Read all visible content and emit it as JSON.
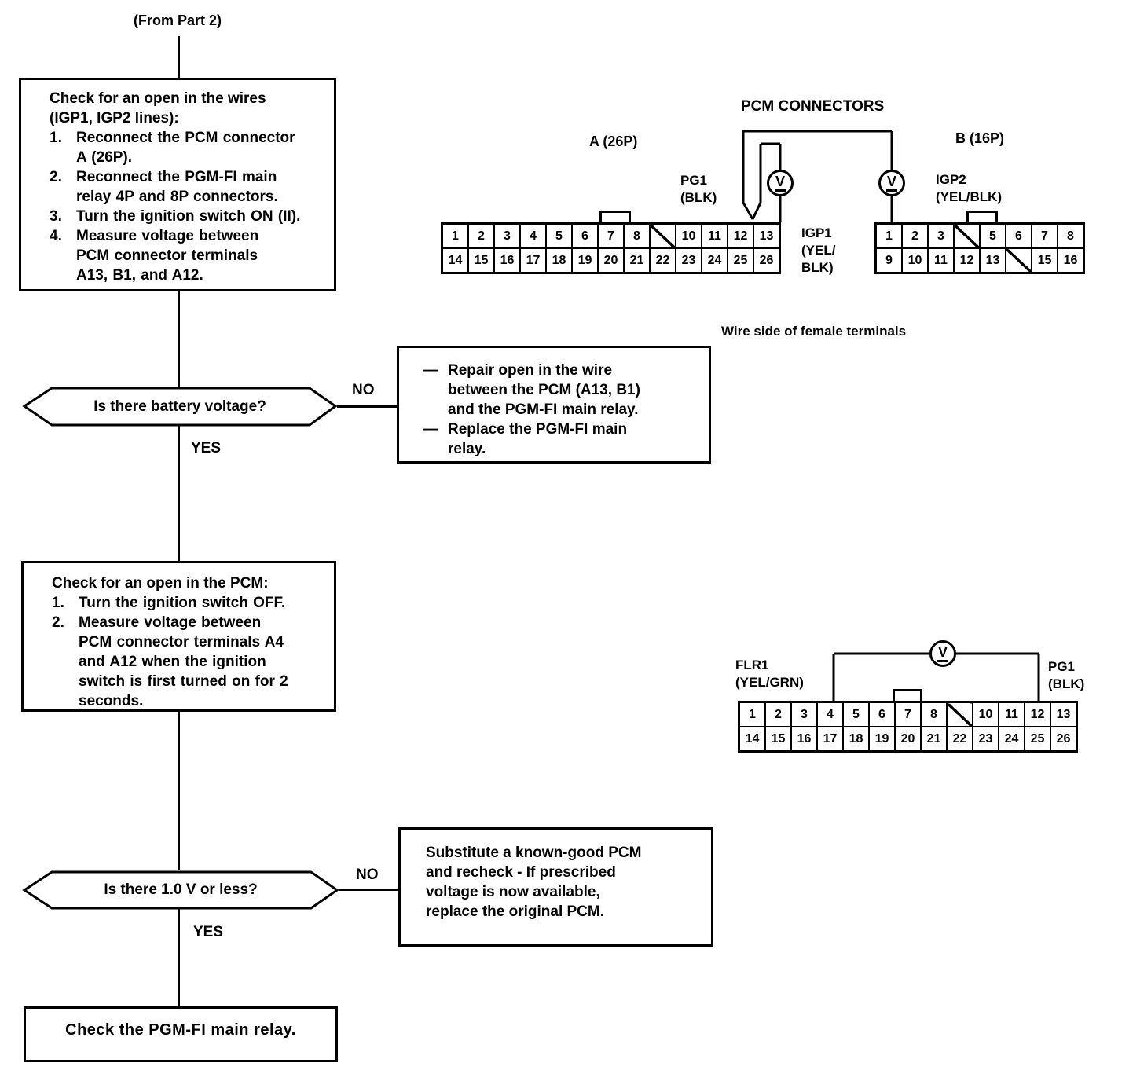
{
  "flow": {
    "from_label": "(From Part 2)",
    "box_check_wires": {
      "title": "Check for an open in the wires\n(IGP1, IGP2 lines):",
      "items": [
        {
          "num": "1.",
          "text": "Reconnect the PCM connector\nA (26P)."
        },
        {
          "num": "2.",
          "text": "Reconnect the PGM-FI main\nrelay 4P and 8P connectors."
        },
        {
          "num": "3.",
          "text": "Turn the ignition switch ON (II)."
        },
        {
          "num": "4.",
          "text": "Measure voltage between\nPCM connector terminals\nA13, B1, and A12."
        }
      ]
    },
    "decision_battery": {
      "text": "Is there battery voltage?",
      "no": "NO",
      "yes": "YES"
    },
    "box_repair": {
      "items": [
        {
          "dash": "—",
          "text": "Repair open in the wire\nbetween the PCM (A13, B1)\nand the PGM-FI main relay."
        },
        {
          "dash": "—",
          "text": "Replace the PGM-FI main\nrelay."
        }
      ]
    },
    "box_check_pcm": {
      "title": "Check for an open in the PCM:",
      "items": [
        {
          "num": "1.",
          "text": "Turn the ignition switch OFF."
        },
        {
          "num": "2.",
          "text": "Measure voltage between\nPCM connector terminals A4\nand A12 when the ignition\nswitch is first turned on for 2\nseconds."
        }
      ]
    },
    "decision_voltage": {
      "text": "Is there 1.0 V or less?",
      "no": "NO",
      "yes": "YES"
    },
    "box_substitute": {
      "text": "Substitute a known-good PCM\nand recheck - If prescribed\nvoltage is now available,\nreplace the original PCM."
    },
    "box_final": {
      "text": "Check the PGM-FI main relay."
    }
  },
  "diagram_top": {
    "title": "PCM CONNECTORS",
    "caption": "Wire side of female terminals",
    "meter": "V",
    "connector_a": {
      "label": "A (26P)",
      "rows": [
        [
          "1",
          "2",
          "3",
          "4",
          "5",
          "6",
          "7",
          "8",
          "/",
          "10",
          "11",
          "12",
          "13"
        ],
        [
          "14",
          "15",
          "16",
          "17",
          "18",
          "19",
          "20",
          "21",
          "22",
          "23",
          "24",
          "25",
          "26"
        ]
      ]
    },
    "connector_b": {
      "label": "B (16P)",
      "rows": [
        [
          "1",
          "2",
          "3",
          "/",
          "5",
          "6",
          "7",
          "8"
        ],
        [
          "9",
          "10",
          "11",
          "12",
          "13",
          "/",
          "15",
          "16"
        ]
      ]
    },
    "labels": {
      "pg1": "PG1\n(BLK)",
      "igp1": "IGP1\n(YEL/\nBLK)",
      "igp2": "IGP2\n(YEL/BLK)"
    }
  },
  "diagram_mid": {
    "meter": "V",
    "connector": {
      "rows": [
        [
          "1",
          "2",
          "3",
          "4",
          "5",
          "6",
          "7",
          "8",
          "/",
          "10",
          "11",
          "12",
          "13"
        ],
        [
          "14",
          "15",
          "16",
          "17",
          "18",
          "19",
          "20",
          "21",
          "22",
          "23",
          "24",
          "25",
          "26"
        ]
      ]
    },
    "labels": {
      "flr1": "FLR1\n(YEL/GRN)",
      "pg1": "PG1\n(BLK)"
    }
  }
}
